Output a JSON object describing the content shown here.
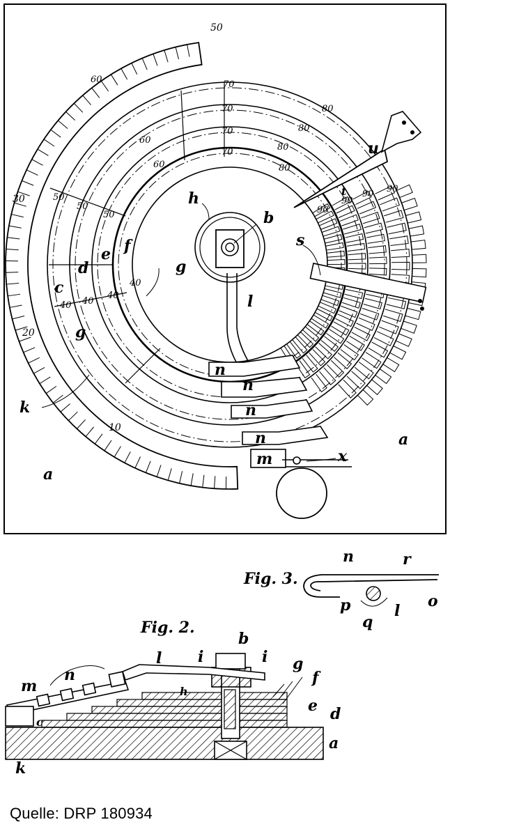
{
  "fig1": {
    "labels": {
      "a_left": "a",
      "a_right": "a",
      "b": "b",
      "h": "h",
      "l": "l",
      "s": "s",
      "u": "u",
      "c": "c",
      "d": "d",
      "e": "e",
      "f": "f",
      "g1": "g",
      "g2": "g",
      "k": "k",
      "m": "m",
      "x": "x",
      "t": "t",
      "n1": "n",
      "n2": "n",
      "n3": "n",
      "n4": "n"
    },
    "scale_numbers": [
      "30",
      "20",
      "10",
      "50",
      "60",
      "70",
      "80",
      "90",
      "40"
    ]
  },
  "fig2": {
    "caption": "Fig. 2.",
    "labels": {
      "b": "b",
      "i1": "i",
      "i2": "i",
      "l": "l",
      "n": "n",
      "m": "m",
      "c": "c",
      "h": "h",
      "g": "g",
      "f": "f",
      "e": "e",
      "d": "d",
      "a": "a",
      "k": "k"
    }
  },
  "fig3": {
    "caption": "Fig. 3.",
    "labels": {
      "n": "n",
      "r": "r",
      "p": "p",
      "q": "q",
      "l": "l",
      "o": "o"
    }
  },
  "source": "Quelle: DRP 180934"
}
